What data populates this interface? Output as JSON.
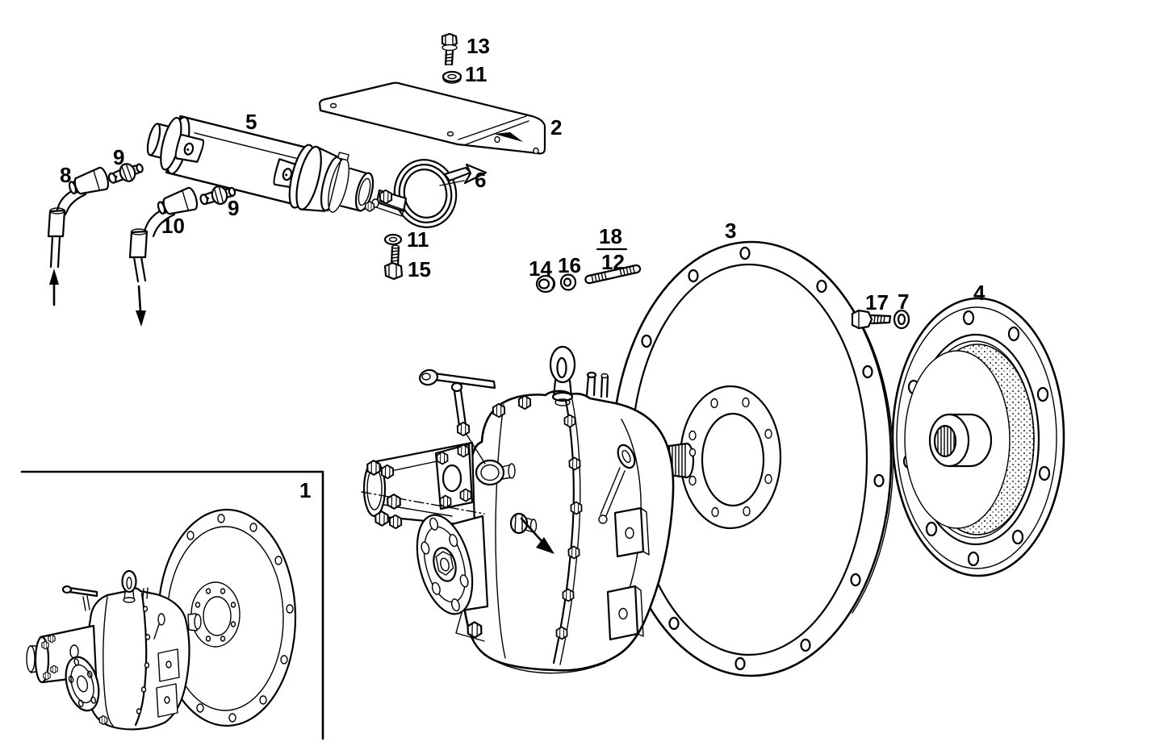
{
  "figure": {
    "type": "exploded-parts-diagram",
    "background_color": "#ffffff",
    "line_color": "#000000",
    "stipple_color": "#444444"
  },
  "callouts": {
    "c1": "1",
    "c2": "2",
    "c3": "3",
    "c4": "4",
    "c5": "5",
    "c6": "6",
    "c7": "7",
    "c8": "8",
    "c9a": "9",
    "c9b": "9",
    "c10": "10",
    "c11a": "11",
    "c11b": "11",
    "c12": "12",
    "c13": "13",
    "c14": "14",
    "c15": "15",
    "c16": "16",
    "c17": "17",
    "c18": "18"
  },
  "icons": {
    "hose8_flow": "arrow-up",
    "hose10_flow": "arrow-down",
    "clamp_pointer": "arrow-right",
    "assembly_pointer": "arrow-down-right"
  }
}
